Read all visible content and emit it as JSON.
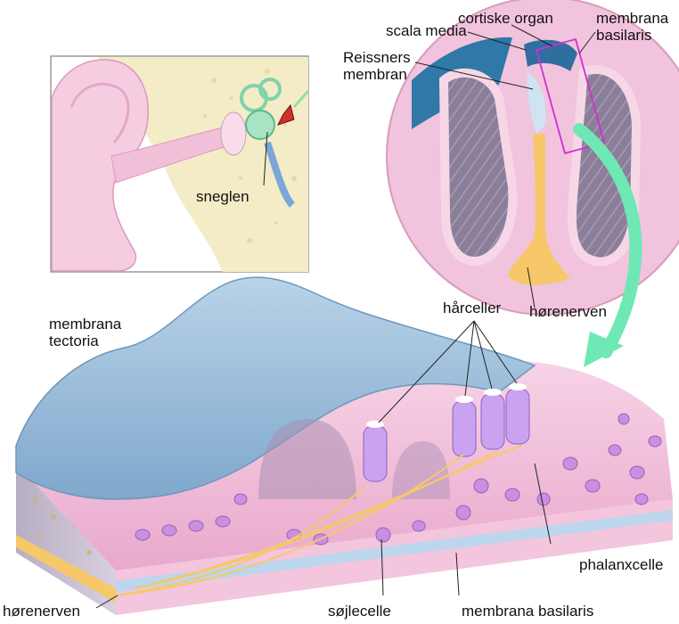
{
  "labels": {
    "cortiske_organ": "cortiske organ",
    "membrana_basilaris_top_1": "membrana",
    "membrana_basilaris_top_2": "basilaris",
    "scala_media": "scala media",
    "reissners_1": "Reissners",
    "reissners_2": "membran",
    "sneglen": "sneglen",
    "horenerven_top": "hørenerven",
    "harceller": "hårceller",
    "membrana_tectoria_1": "membrana",
    "membrana_tectoria_2": "tectoria",
    "phalanxcelle": "phalanxcelle",
    "horenerven_bottom": "hørenerven",
    "sojlecelle": "søjlecelle",
    "membrana_basilaris_bottom": "membrana basilaris"
  },
  "colors": {
    "tectoria_blue": "#8fb6d6",
    "tissue_pink": "#f3c6dd",
    "cell_purple": "#c98fe0",
    "nerve_yellow": "#f6c86a",
    "arrow_green": "#6ee8b4",
    "highlight_magenta": "#d02fd0",
    "bone_gray": "#9a8aa8"
  }
}
